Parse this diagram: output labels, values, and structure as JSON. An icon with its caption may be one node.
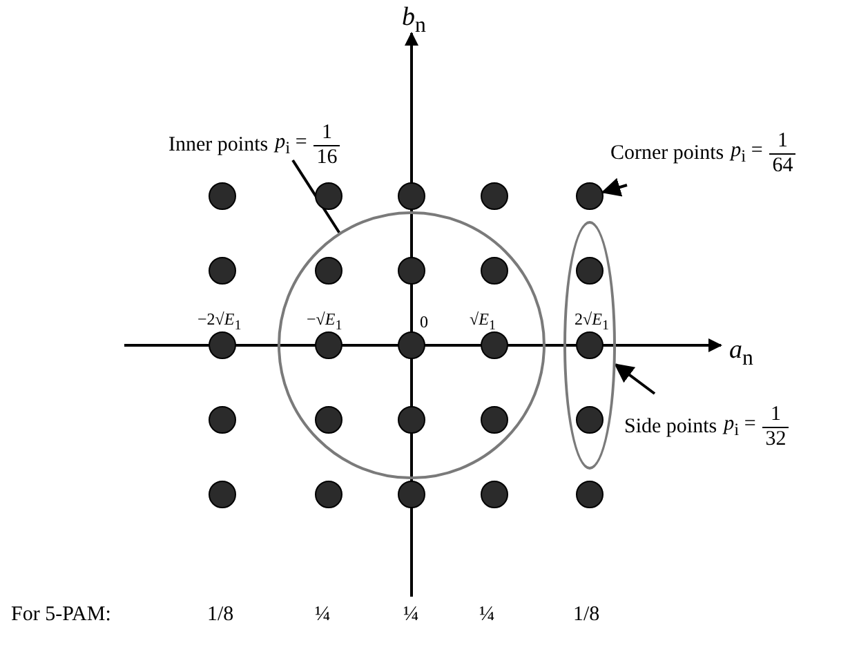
{
  "diagram": {
    "nodes": [
      {
        "text": [
          "Inner points",
          "*p*$_{i}$ =",
          "1",
          "16"
        ]
      },
      {
        "text": [],
        "shape": "circle"
      },
      {
        "text": [
          "Corner points",
          "*p*$_{i}$ =",
          "1",
          "64"
        ]
      },
      {
        "text": [],
        "shape": "circle"
      },
      {
        "text": [],
        "shape": "ellipse"
      },
      {
        "text": [
          "Side points",
          "*p*$_{i}$ =",
          "1",
          "32"
        ]
      },
      {
        "text": [],
        "shape": "circle"
      },
      {
        "text": [],
        "shape": "circle"
      },
      {
        "text": [],
        "shape": "circle"
      },
      {
        "text": [],
        "shape": "circle"
      },
      {
        "text": [],
        "shape": "circle"
      },
      {
        "text": [],
        "shape": "circle",
        "in": 1
      },
      {
        "text": [],
        "shape": "circle",
        "in": 1
      },
      {
        "text": [],
        "shape": "circle",
        "in": 1
      },
      {
        "text": [],
        "shape": "circle",
        "in": 4
      },
      {
        "text": [],
        "shape": "circle"
      },
      {
        "text": [],
        "shape": "circle",
        "in": 1
      },
      {
        "text": [],
        "shape": "circle",
        "in": 1
      },
      {
        "text": [],
        "shape": "circle",
        "in": 1
      },
      {
        "text": [],
        "shape": "circle",
        "in": 4
      },
      {
        "text": [],
        "shape": "circle"
      },
      {
        "text": [],
        "shape": "circle",
        "in": 1
      },
      {
        "text": [],
        "shape": "circle",
        "in": 1
      },
      {
        "text": [],
        "shape": "circle",
        "in": 1
      },
      {
        "text": [],
        "shape": "circle",
        "in": 4
      },
      {
        "text": [],
        "shape": "circle"
      },
      {
        "text": [],
        "shape": "circle"
      },
      {
        "text": [],
        "shape": "circle"
      },
      {
        "text": [],
        "shape": "circle"
      },
      {
        "text": [],
        "shape": "circle"
      }
    ],
    "edges": [
      {
        "from": 0,
        "to": 1,
        "arrow": "none"
      },
      {
        "from": 2,
        "to": 3,
        "arrow": "to"
      },
      {
        "from": 5,
        "to": 4,
        "arrow": "to"
      }
    ],
    "labels": [
      "*b*$_{n}$",
      "*a*$_{n}$",
      "−2√*E*$_{1}$",
      "−√*E*$_{1}$",
      "0",
      "√*E*$_{1}$",
      "2√*E*$_{1}$",
      "For 5-PAM:",
      "1/8",
      "¼",
      "¼",
      "¼",
      "1/8"
    ]
  }
}
